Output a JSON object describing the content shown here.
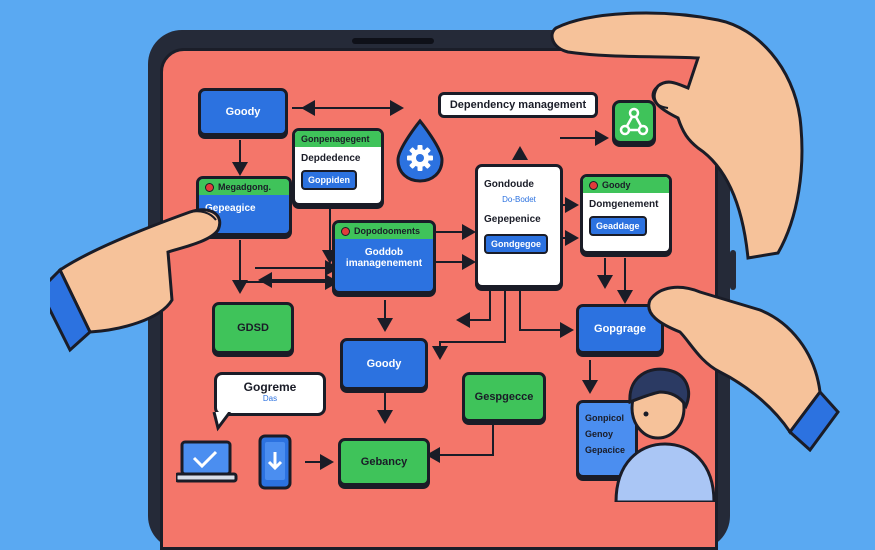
{
  "labels": {
    "title": "Dependency management",
    "node_goody_top": "Goody",
    "card_top_hdr": "Gonpenagegent",
    "card_top_row": "Depdedence",
    "card_top_pill": "Goppiden",
    "card_left_hdr": "Megadgong.",
    "card_left_pill": "Gepeagice",
    "card_mid_hdr": "Dopodooments",
    "card_mid_body": "Goddob imanagenement",
    "card_center_row1": "Gondoude",
    "card_center_sub": "Do-Bodet",
    "card_center_row2": "Gepepenice",
    "card_center_pill": "Gondgegoe",
    "card_right_hdr": "Goody",
    "card_right_row": "Domgenement",
    "card_right_pill": "Geaddage",
    "node_gdsd": "GDSD",
    "node_goody_mid": "Goody",
    "node_gopgrage": "Gopgrage",
    "speech_title": "Gogreme",
    "speech_sub": "Das",
    "node_gespgecce": "Gespgecce",
    "node_gebancy": "Gebancy",
    "card_br_row1": "Gonpicol",
    "card_br_row2": "Genoy",
    "card_br_row3": "Gepacice"
  },
  "colors": {
    "background": "#5aa9f2",
    "screen": "#f4766a",
    "blue": "#2c72e0",
    "green": "#3fc35a"
  },
  "icons": {
    "gear": "gear-droplet-icon",
    "share": "share-nodes-icon",
    "laptop": "laptop-icon",
    "phone": "phone-download-icon"
  }
}
